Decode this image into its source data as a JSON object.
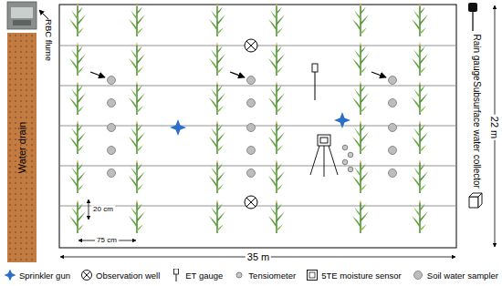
{
  "diagram": {
    "nodes": [
      {
        "text": [
          "Water drain"
        ]
      }
    ],
    "labels": [
      "RBC flume",
      "Rain gauge",
      "Subsurface water collector",
      "22 m",
      "35 m",
      "20 cm",
      "75 cm"
    ],
    "legend": [
      {
        "text": "Sprinkler gun"
      },
      {
        "text": "Observation well"
      },
      {
        "text": "ET gauge"
      },
      {
        "text": "Tensiometer"
      },
      {
        "text": "5TE moisture sensor"
      },
      {
        "text": "Soil water sampler"
      }
    ]
  }
}
